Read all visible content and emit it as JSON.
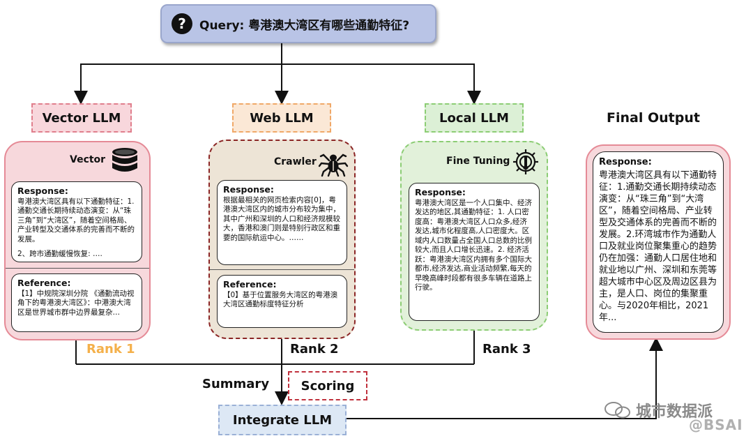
{
  "query": {
    "icon": "question-mark-icon",
    "text": "Query: 粤港澳大湾区有哪些通勤特征?"
  },
  "branches": {
    "vector": {
      "label": "Vector LLM",
      "panel_title": "Vector",
      "icon": "database-icon",
      "response_title": "Response:",
      "response_text": "粤港澳大湾区具有以下通勤特征：1. 通勤交通长期持续动态演变：从“珠三角”到“大湾区”，随着空间格局、产业转型及交通体系的完善而不断的发展。",
      "response_text2": "2、跨市通勤缓慢恢复: ….",
      "reference_title": "Reference:",
      "reference_text": "【1】中规院深圳分院 《通勤流动视角下的粤港澳大湾区》：中港澳大湾区是世界城市群中边界最复杂…",
      "rank": "Rank 1",
      "color": "#e58a96"
    },
    "web": {
      "label": "Web LLM",
      "panel_title": "Crawler",
      "icon": "spider-icon",
      "response_title": "Response:",
      "response_text": "根据最相关的网页检索内容[0]，粤港澳大湾区内的城市分布较为集中，其中广州和深圳的人口和经济规模较大，香港和澳门则是特别行政区和重要的国际航运中心。……",
      "reference_title": "Reference:",
      "reference_text": "【0】基于位置服务大湾区的粤港澳大湾区通勤标度特征分析",
      "rank": "Rank 2",
      "color": "#8b2525"
    },
    "local": {
      "label": "Local LLM",
      "panel_title": "Fine Tuning",
      "icon": "gear-wrench-icon",
      "response_title": "Response:",
      "response_text": "粤港澳大湾区是一个人口集中、经济发达的地区,其通勤特征：1. 人口密度高：粤港澳大湾区人口众多,经济发达,城市化程度高,人口密度大。区域内人口数量占全国人口总数的比例较大,而且人口增长迅速。2. 经济活跃：粤港澳大湾区内拥有多个国际大都市,经济发达,商业活动频繁,每天的早晚高峰时段都有很多车辆在道路上行驶。",
      "rank": "Rank 3",
      "color": "#8ccd74"
    }
  },
  "final": {
    "title": "Final Output",
    "response_title": "Response:",
    "response_text": "粤港澳大湾区具有以下通勤特征：1.通勤交通长期持续动态演变：从“珠三角”到“大湾区”，随着空间格局、产业转型及交通体系的完善而不断的发展。2.环湾城市作为通勤人口及就业岗位聚集重心的趋势仍在加强：通勤人口居住地和就业地以广州、深圳和东莞等超大城市中心区及周边区县为主，是人口、岗位的集聚重心。与2020年相比，2021年..."
  },
  "summary_label": "Summary",
  "scoring_label": "Scoring",
  "integrate_label": "Integrate LLM",
  "watermark": {
    "brand": "城市数据派",
    "handle": "@BSAI"
  },
  "colors": {
    "query_bg": "#b9c4e6",
    "rank1": "#f4b04a",
    "rank_default": "#111111"
  }
}
